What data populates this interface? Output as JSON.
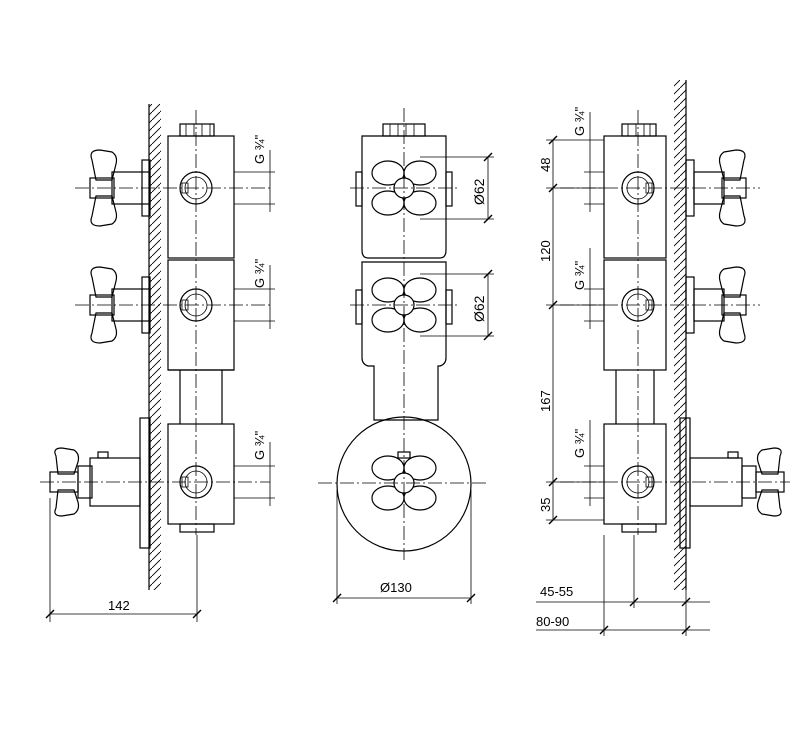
{
  "drawing": {
    "views": [
      {
        "id": "left-view",
        "dimensions": {
          "width_142": "142",
          "thread_top": "G ¾\"",
          "thread_mid": "G ¾\"",
          "thread_bot": "G ¾\""
        }
      },
      {
        "id": "front-view",
        "dimensions": {
          "dia_top": "Ø62",
          "dia_mid": "Ø62",
          "dia_plate": "Ø130"
        }
      },
      {
        "id": "right-view",
        "dimensions": {
          "thread_top": "G ¾\"",
          "thread_mid": "G ¾\"",
          "thread_bot": "G ¾\"",
          "d48": "48",
          "d120": "120",
          "d167": "167",
          "d35": "35",
          "depth_45_55": "45-55",
          "depth_80_90": "80-90"
        }
      }
    ]
  }
}
